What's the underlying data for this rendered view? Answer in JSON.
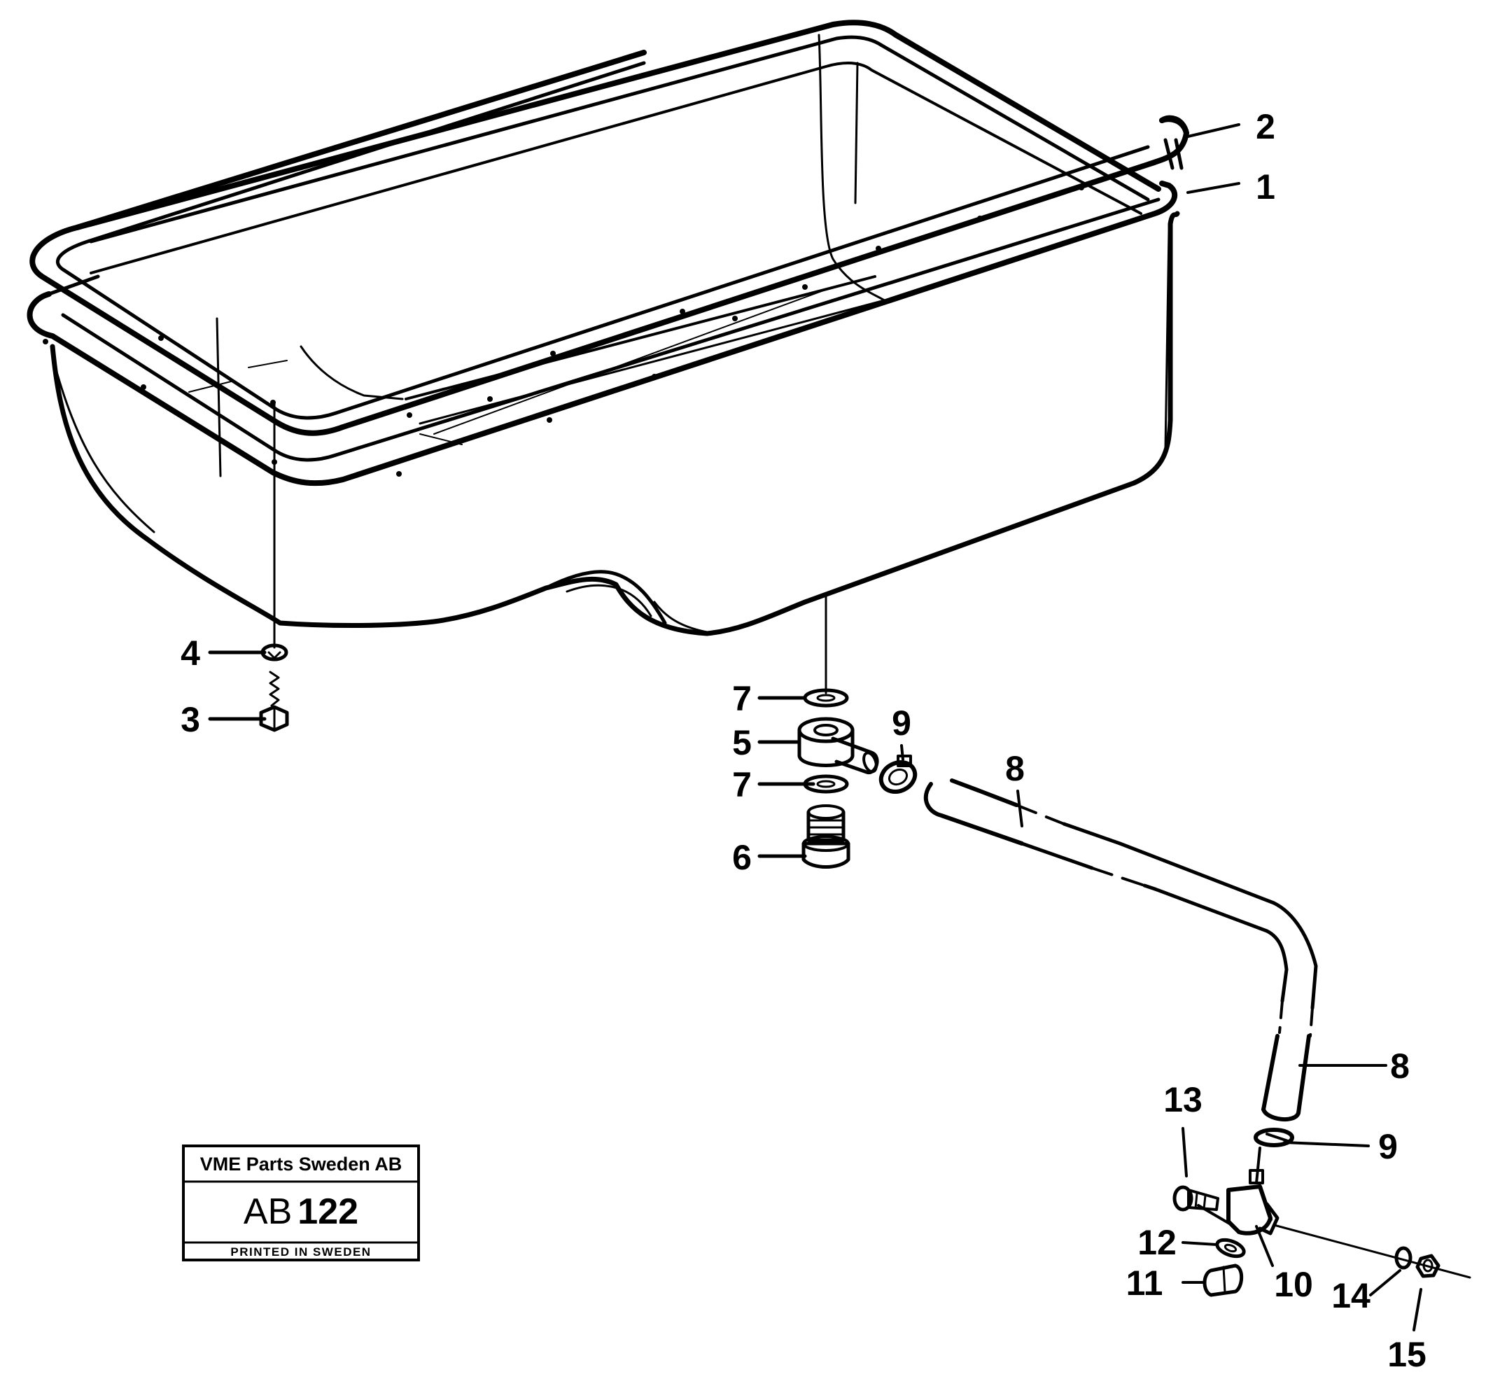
{
  "callouts": [
    "1",
    "2",
    "3",
    "4",
    "5",
    "6",
    "7",
    "7",
    "8",
    "8",
    "9",
    "9",
    "10",
    "11",
    "12",
    "13",
    "14",
    "15"
  ],
  "stamp": {
    "company": "VME Parts Sweden AB",
    "code_prefix": "AB",
    "code_number": "122",
    "printed": "PRINTED IN SWEDEN"
  },
  "colors": {
    "ink": "#000000",
    "paper": "#ffffff"
  }
}
